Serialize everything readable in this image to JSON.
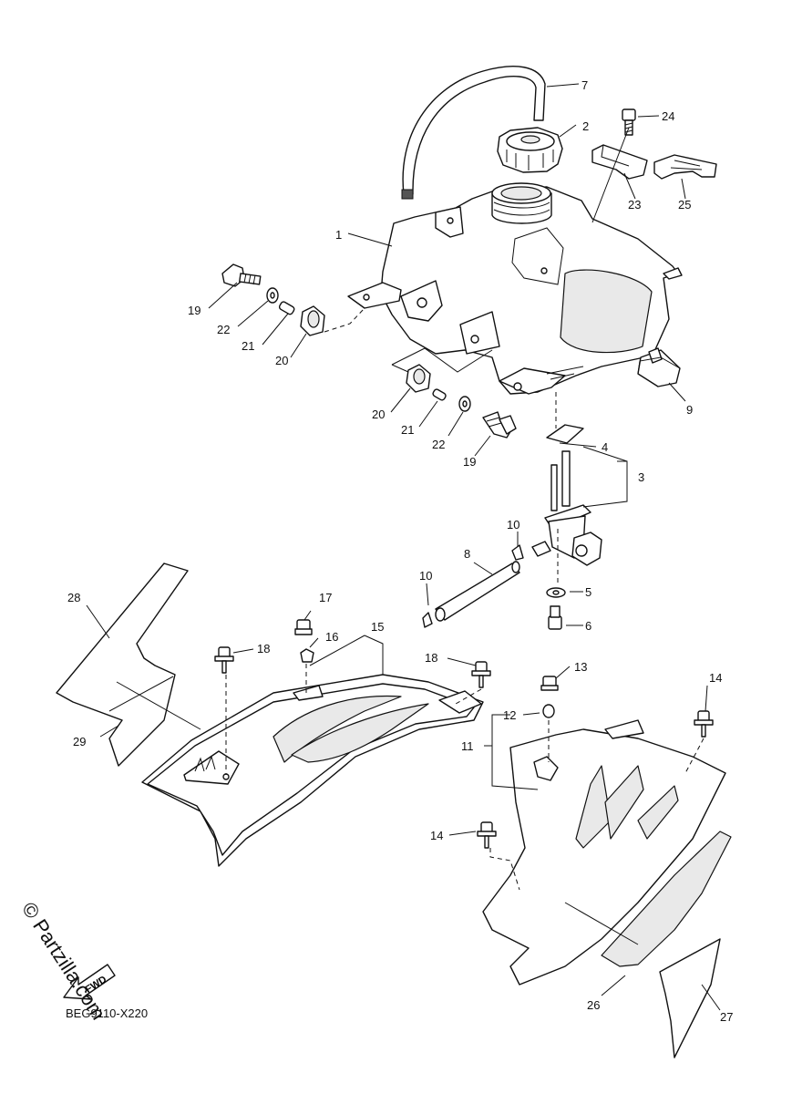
{
  "diagram": {
    "code": "BEG9110-X220",
    "watermark": "© Partzilla.com",
    "fwd_label": "FWD",
    "callouts": {
      "c1": "1",
      "c2": "2",
      "c3": "3",
      "c4": "4",
      "c5": "5",
      "c6": "6",
      "c7": "7",
      "c8": "8",
      "c9": "9",
      "c10a": "10",
      "c10b": "10",
      "c11": "11",
      "c12": "12",
      "c13": "13",
      "c14a": "14",
      "c14b": "14",
      "c15": "15",
      "c16": "16",
      "c17": "17",
      "c18a": "18",
      "c18b": "18",
      "c19a": "19",
      "c19b": "19",
      "c20a": "20",
      "c20b": "20",
      "c21a": "21",
      "c21b": "21",
      "c22a": "22",
      "c22b": "22",
      "c23": "23",
      "c24": "24",
      "c25": "25",
      "c26": "26",
      "c27": "27",
      "c28": "28",
      "c29": "29"
    }
  }
}
